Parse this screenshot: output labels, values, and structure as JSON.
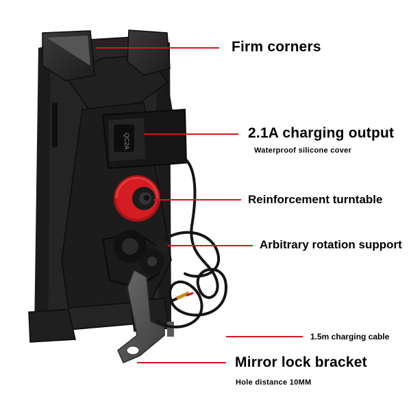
{
  "callouts": {
    "firm_corners": "Firm corners",
    "charging_output": "2.1A charging output",
    "charging_output_note": "Waterproof silicone cover",
    "turntable": "Reinforcement turntable",
    "rotation_support": "Arbitrary rotation support",
    "cable": "1.5m charging cable",
    "bracket": "Mirror lock bracket",
    "bracket_note": "Hole distance 10MM"
  },
  "product": {
    "usb_port_text": "QC2A",
    "accent_color": "#d8141b",
    "knob_color": "#c9191f"
  }
}
